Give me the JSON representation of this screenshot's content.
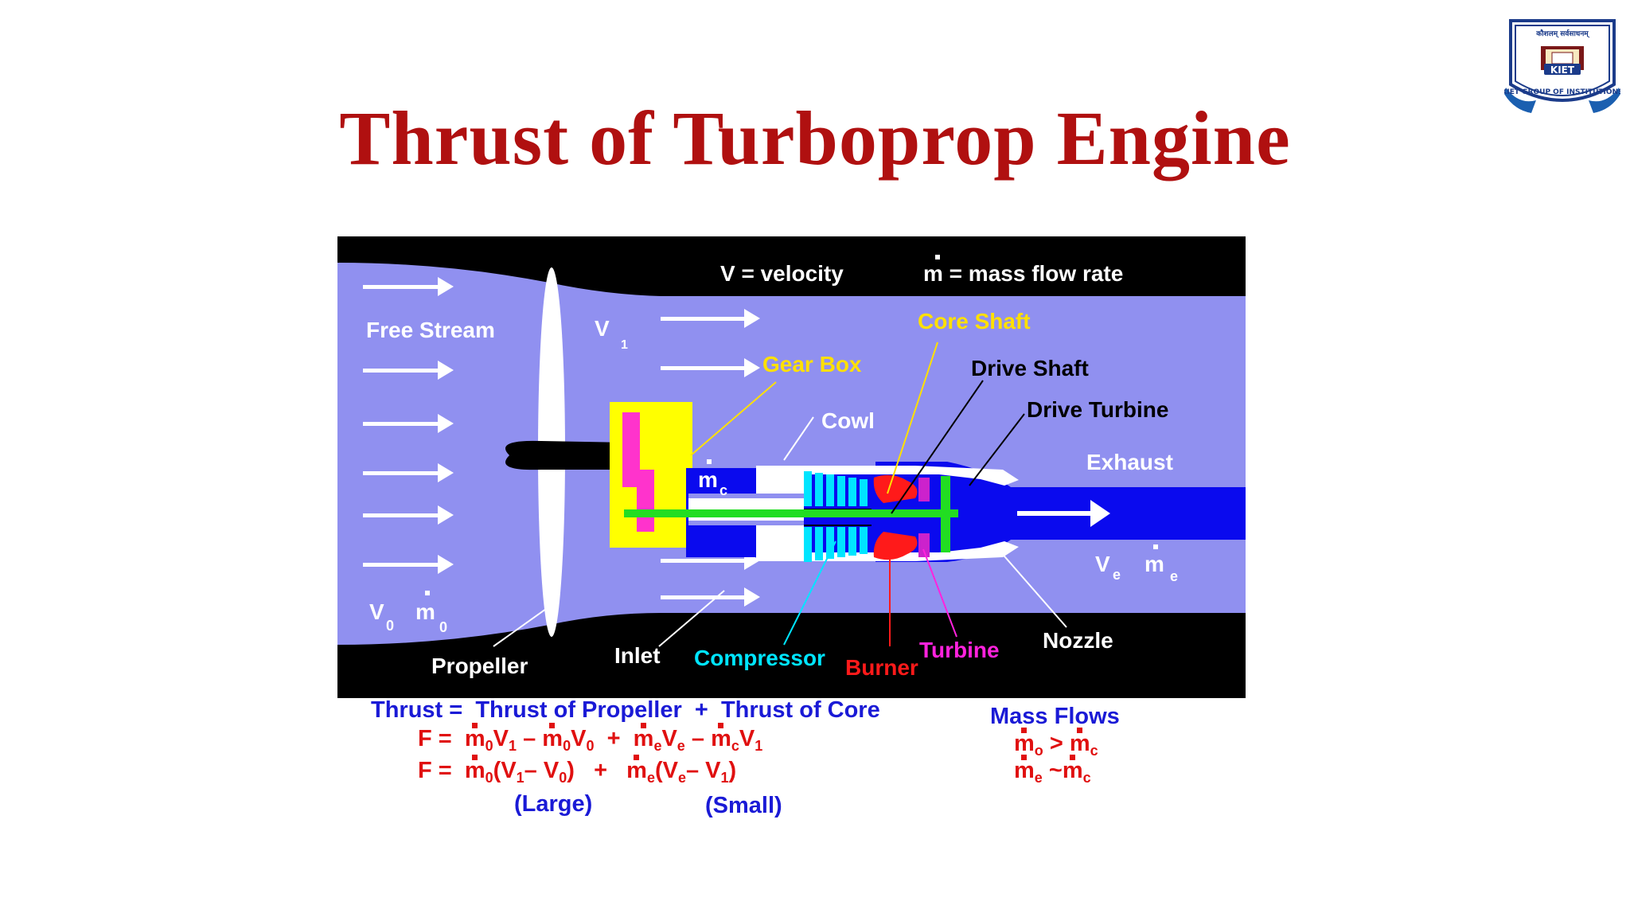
{
  "slide": {
    "title": "Thrust of Turboprop Engine"
  },
  "logo": {
    "top_text": "कौशलम् सर्वसाधनम्",
    "ring_text": "KIET GROUP OF INSTITUTIONS",
    "name": "KIET"
  },
  "diagram": {
    "header": {
      "velocity_def": "V = velocity",
      "mass_flow_def": "m = mass flow rate"
    },
    "labels": {
      "free_stream": "Free Stream",
      "v1": "V",
      "v1_sub": "1",
      "core_shaft": "Core Shaft",
      "gear_box": "Gear Box",
      "drive_shaft": "Drive Shaft",
      "drive_turbine": "Drive Turbine",
      "cowl": "Cowl",
      "exhaust": "Exhaust",
      "mc": "m",
      "mc_sub": "c",
      "ve": "V",
      "ve_sub": "e",
      "me": "m",
      "me_sub": "e",
      "v0": "V",
      "v0_sub": "0",
      "m0": "m",
      "m0_sub": "0",
      "propeller": "Propeller",
      "inlet": "Inlet",
      "compressor": "Compressor",
      "burner": "Burner",
      "turbine": "Turbine",
      "nozzle": "Nozzle"
    }
  },
  "equations": {
    "thrust_line": {
      "t1": "Thrust =",
      "t2": "Thrust of Propeller",
      "t3": "+",
      "t4": "Thrust of Core"
    },
    "line1": {
      "lhs": "F =",
      "p1_m": "m",
      "p1_ms": "0",
      "p1_v": "V",
      "p1_vs": "1",
      "minus1": "–",
      "p2_m": "m",
      "p2_ms": "0",
      "p2_v": "V",
      "p2_vs": "0",
      "plus": "+",
      "p3_m": "m",
      "p3_ms": "e",
      "p3_v": "V",
      "p3_vs": "e",
      "minus2": "–",
      "p4_m": "m",
      "p4_ms": "c",
      "p4_v": "V",
      "p4_vs": "1"
    },
    "line2": {
      "lhs": "F =",
      "m0": "m",
      "m0s": "0",
      "open1": "(V",
      "a_s": "1",
      "mid1": "– V",
      "b_s": "0",
      "close1": ")",
      "plus": "+",
      "me": "m",
      "mes": "e",
      "open2": "(V",
      "c_s": "e",
      "mid2": "– V",
      "d_s": "1",
      "close2": ")"
    },
    "notes": {
      "large": "(Large)",
      "small": "(Small)"
    },
    "mass_flows": {
      "title": "Mass Flows",
      "r1_a": "m",
      "r1_as": "o",
      "r1_op": ">",
      "r1_b": "m",
      "r1_bs": "c",
      "r2_a": "m",
      "r2_as": "e",
      "r2_op": "~",
      "r2_b": "m",
      "r2_bs": "c"
    }
  },
  "colors": {
    "title": "#b01010",
    "flow": "#9090f0",
    "core_flow": "#0a0aee",
    "gearbox": "#ffff00",
    "gear": "#ff33cc",
    "shaft": "#22dd22",
    "compressor": "#00e5ff",
    "burner": "#ff1a1a",
    "turbine": "#cc22cc",
    "label_yellow": "#ffe000",
    "label_cyan": "#00e5ff",
    "label_red": "#ff1a1a",
    "label_magenta": "#ff22dd",
    "equation_blue": "#1a1ad6",
    "equation_red": "#e01010"
  }
}
